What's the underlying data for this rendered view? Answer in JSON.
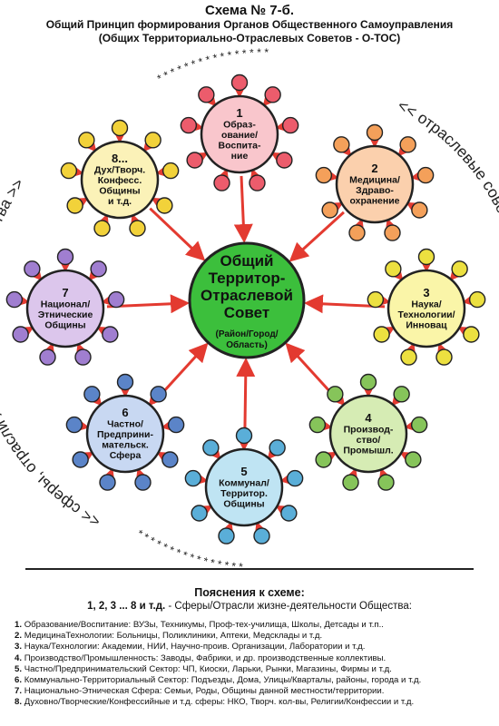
{
  "header": {
    "title": "Схема № 7-б.",
    "line1": "Общий Принцип формирования Органов Общественного Самоуправления",
    "line2": "(Общих Территориально-Отраслевых Советов - О-ТОС)"
  },
  "ring": {
    "left_text": "<< сферы, отрасли жизнедеятельности общества >>",
    "right_text": "<< отраслевые советы уровней территории >>",
    "stars": "* * * * * * * * * * * * * * * *"
  },
  "center": {
    "lines": [
      "Общий",
      "Территор-",
      "Отраслевой",
      "Совет"
    ],
    "sub": [
      "(Район/Город/",
      "Область)"
    ],
    "fill": "#3cbf3c",
    "stroke": "#222222"
  },
  "nodes": [
    {
      "id": 1,
      "number": "1",
      "lines": [
        "Образ-",
        "ование/",
        "Воспита-",
        "ние"
      ],
      "fill": "#f9c6cc",
      "sat": "#ec5c6c"
    },
    {
      "id": 2,
      "number": "2",
      "lines": [
        "Медицина/",
        "Здраво-",
        "охранение"
      ],
      "fill": "#fbd0ad",
      "sat": "#f4a05a"
    },
    {
      "id": 3,
      "number": "3",
      "lines": [
        "Наука/",
        "Технологии/",
        "Инновац"
      ],
      "fill": "#faf5a8",
      "sat": "#ece040"
    },
    {
      "id": 4,
      "number": "4",
      "lines": [
        "Производ-",
        "ство/",
        "Промышл."
      ],
      "fill": "#d6ecb4",
      "sat": "#86c45a"
    },
    {
      "id": 5,
      "number": "5",
      "lines": [
        "Коммунал/",
        "Территор.",
        "Общины"
      ],
      "fill": "#bfe4f3",
      "sat": "#5aaed8"
    },
    {
      "id": 6,
      "number": "6",
      "lines": [
        "Частно/",
        "Предприни-",
        "мательск.",
        "Сфера"
      ],
      "fill": "#c8d8f2",
      "sat": "#5b84c8"
    },
    {
      "id": 7,
      "number": "7",
      "lines": [
        "Национал/",
        "Этнические",
        "Общины"
      ],
      "fill": "#dcc6ec",
      "sat": "#a07ed0"
    },
    {
      "id": 8,
      "number": "8...",
      "lines": [
        "Дух/Творч.",
        "Конфесс.",
        "Общины",
        "и т.д."
      ],
      "fill": "#fbf2b8",
      "sat": "#f2d23a"
    }
  ],
  "colors": {
    "arrow": "#e33a30",
    "node_stroke": "#222222",
    "ring": "#222222"
  },
  "legend": {
    "title": "Пояснения к схеме:",
    "subtitle_bold": "1, 2, 3 ... 8 и т.д.",
    "subtitle_rest": " - Сферы/Отрасли жизне-деятельности Общества:",
    "items": [
      {
        "num": "1.",
        "text": "Образование/Воспитание: ВУЗы, Техникумы, Проф-тех-училища, Школы, Детсады и т.п.."
      },
      {
        "num": "2.",
        "text": "МедицинаТехнологии: Больницы, Поликлиники, Аптеки, Медсклады и т.д."
      },
      {
        "num": "3.",
        "text": "Наука/Технологии: Академии, НИИ, Научно-проив. Организации, Лаборатории и т.д."
      },
      {
        "num": "4.",
        "text": "Производство/Промышленность: Заводы, Фабрики, и др. производственные коллективы."
      },
      {
        "num": "5.",
        "text": "Частно/Предпринимательский Сектор: ЧП, Киоски, Ларьки, Рынки, Магазины, Фирмы и т.д."
      },
      {
        "num": "6.",
        "text": "Коммунально-Территориальный Сектор: Подъезды, Дома, Улицы/Кварталы, районы, города и т.д."
      },
      {
        "num": "7.",
        "text": "Национально-Этническая Сфера: Семьи, Роды, Общины данной местности/территории."
      },
      {
        "num": "8.",
        "text": "Духовно/Творческие/Конфессийные и т.д. сферы: НКО, Творч. кол-вы, Религии/Конфессии и т.д."
      }
    ]
  }
}
